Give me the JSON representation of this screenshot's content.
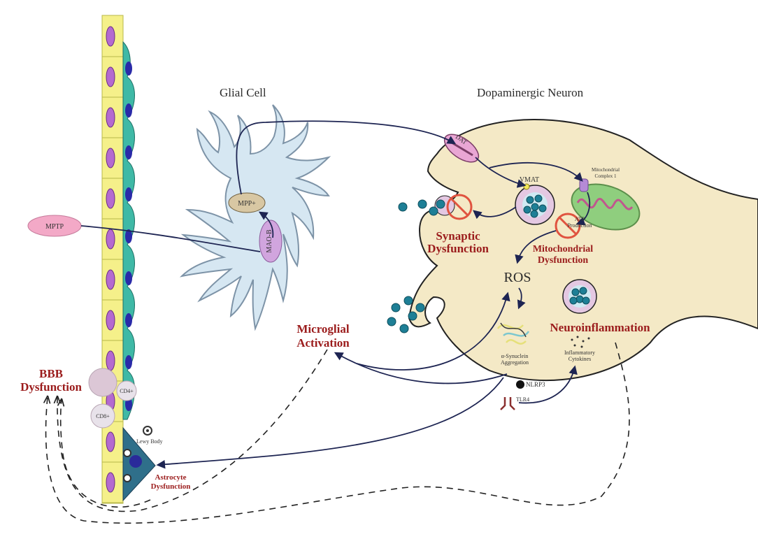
{
  "labels": {
    "glial_cell": "Glial Cell",
    "dopaminergic_neuron": "Dopaminergic Neuron",
    "mptp": "MPTP",
    "mpp": "MPP+",
    "mao_b": "MAO-B",
    "dat": "DAT",
    "vmat": "VMAT",
    "mito_complex_line1": "Mitochondrial",
    "mito_complex_line2": "Complex 1",
    "atp_line1": "ATP",
    "atp_line2": "Production",
    "ros": "ROS",
    "synuclein_line1": "α-Synuclein",
    "synuclein_line2": "Aggregation",
    "cytokines_line1": "Inflammatory",
    "cytokines_line2": "Cytokines",
    "nlrp": "NLRP3",
    "tlr": "TLR4",
    "lewy_body": "Lewy Body",
    "cd4": "CD4+",
    "cd8": "CD8+"
  },
  "outcomes": {
    "synaptic_line1": "Synaptic",
    "synaptic_line2": "Dysfunction",
    "mito_line1": "Mitochondrial",
    "mito_line2": "Dysfunction",
    "neuroinflammation": "Neuroinflammation",
    "microglial_line1": "Microglial",
    "microglial_line2": "Activation",
    "bbb_line1": "BBB",
    "bbb_line2": "Dysfunction",
    "astro_line1": "Astrocyte",
    "astro_line2": "Dysfunction"
  },
  "colors": {
    "neuron_fill": "#f4e9c6",
    "glia_fill": "#d6e7f2",
    "endothelium": "#f5f08a",
    "pericyte": "#3fb9a6",
    "nucleus": "#b46ad0",
    "dopamine_dot": "#1e7f96",
    "mitochondrion": "#8fce7e",
    "inhibit_red": "#e0533f",
    "outcome_text": "#9b1c1c",
    "pink_label": "#f3a9c7",
    "arrow": "#1d2452"
  }
}
